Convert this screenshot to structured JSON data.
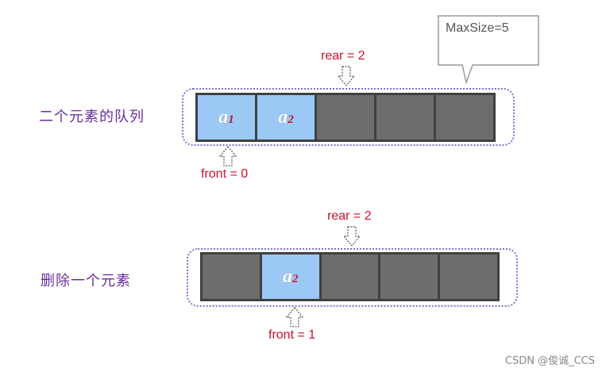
{
  "callout": {
    "text": "MaxSize=5"
  },
  "row1": {
    "label": "二个元素的队列",
    "rear_label": "rear = 2",
    "front_label": "front = 0",
    "cells": [
      {
        "letter": "a",
        "sub": "1"
      },
      {
        "letter": "a",
        "sub": "2"
      },
      {
        "letter": "",
        "sub": ""
      },
      {
        "letter": "",
        "sub": ""
      },
      {
        "letter": "",
        "sub": ""
      }
    ]
  },
  "row2": {
    "label": "删除一个元素",
    "rear_label": "rear = 2",
    "front_label": "front = 1",
    "cells": [
      {
        "letter": "",
        "sub": ""
      },
      {
        "letter": "a",
        "sub": "2"
      },
      {
        "letter": "",
        "sub": ""
      },
      {
        "letter": "",
        "sub": ""
      },
      {
        "letter": "",
        "sub": ""
      }
    ]
  },
  "watermark": "CSDN @俊诚_CCS",
  "colors": {
    "filled_cell": "#9cc8f5",
    "empty_cell": "#6d6d6d",
    "pointer_text": "#c8102e",
    "label_text": "#6b2fa0",
    "dotted_border": "#7b76d8"
  },
  "icons": {
    "pointer_arrow": "hollow-arrow-icon"
  }
}
